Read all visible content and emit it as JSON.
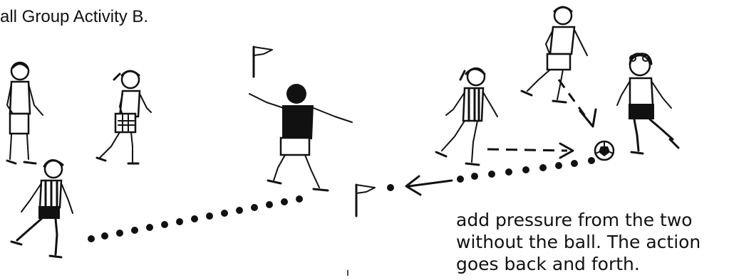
{
  "title": "all Group Activity B.",
  "caption": {
    "line1": "add pressure from the two",
    "line2": "without the ball. The action",
    "line3": "goes back and forth."
  },
  "figures": [
    {
      "name": "player-left-standing"
    },
    {
      "name": "player-girl-ponytail"
    },
    {
      "name": "player-striped-shirt-left"
    },
    {
      "name": "player-center-dark-shirt"
    },
    {
      "name": "player-striped-shirt-right"
    },
    {
      "name": "player-top-right"
    },
    {
      "name": "player-curly-hair-right"
    }
  ],
  "icons": [
    "flag-icon",
    "soccer-ball-icon",
    "dashed-arrow-icon",
    "dotted-path-icon"
  ]
}
